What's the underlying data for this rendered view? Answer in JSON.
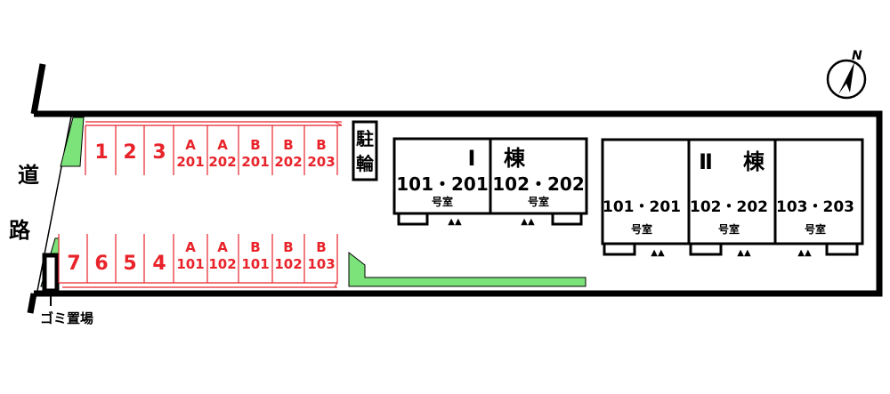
{
  "compass": {
    "label": "N"
  },
  "road": {
    "chars": [
      "道",
      "路"
    ]
  },
  "garbage": {
    "label": "ゴミ置場"
  },
  "bicycle": {
    "chars": [
      "駐",
      "輪"
    ]
  },
  "parking_top": [
    {
      "line1": "1"
    },
    {
      "line1": "2"
    },
    {
      "line1": "3"
    },
    {
      "line1": "A",
      "line2": "201"
    },
    {
      "line1": "A",
      "line2": "202"
    },
    {
      "line1": "B",
      "line2": "201"
    },
    {
      "line1": "B",
      "line2": "202"
    },
    {
      "line1": "B",
      "line2": "203"
    }
  ],
  "parking_bottom": [
    {
      "line1": "7"
    },
    {
      "line1": "6"
    },
    {
      "line1": "5"
    },
    {
      "line1": "4"
    },
    {
      "line1": "A",
      "line2": "101"
    },
    {
      "line1": "A",
      "line2": "102"
    },
    {
      "line1": "B",
      "line2": "101"
    },
    {
      "line1": "B",
      "line2": "102"
    },
    {
      "line1": "B",
      "line2": "103"
    }
  ],
  "building_1": {
    "name": "Ⅰ",
    "suffix": "棟",
    "units": [
      {
        "rooms": "101・201",
        "label": "号室"
      },
      {
        "rooms": "102・202",
        "label": "号室"
      }
    ],
    "entrance_marks": [
      "▲▲",
      "▲▲"
    ]
  },
  "building_2": {
    "name": "Ⅱ",
    "suffix": "棟",
    "units": [
      {
        "rooms": "101・201",
        "label": "号室"
      },
      {
        "rooms": "102・202",
        "label": "号室"
      },
      {
        "rooms": "103・203",
        "label": "号室"
      }
    ],
    "entrance_marks": [
      "▲▲",
      "▲▲",
      "▲▲"
    ]
  },
  "colors": {
    "parking": "#e8232a",
    "green": "#7be37a",
    "outline": "#000000"
  }
}
